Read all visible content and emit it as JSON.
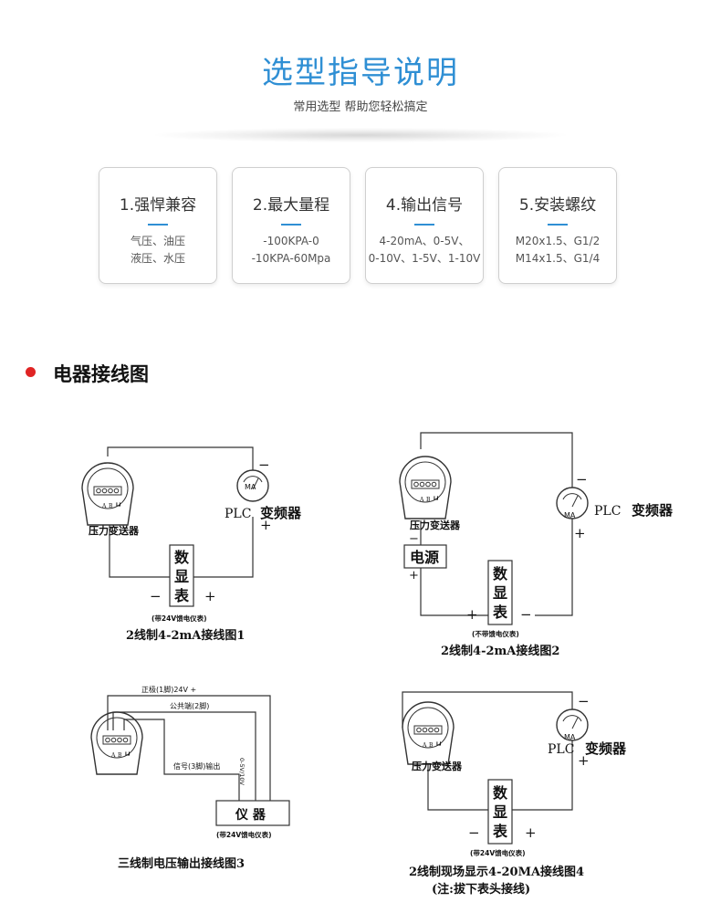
{
  "header": {
    "title": "选型指导说明",
    "subtitle": "常用选型 帮助您轻松搞定"
  },
  "cards": [
    {
      "title": "1.强悍兼容",
      "lines": [
        "气压、油压",
        "液压、水压"
      ]
    },
    {
      "title": "2.最大量程",
      "lines": [
        "-100KPA-0",
        "-10KPA-60Mpa"
      ]
    },
    {
      "title": "4.输出信号",
      "lines": [
        "4-20mA、0-5V、",
        "0-10V、1-5V、1-10V"
      ]
    },
    {
      "title": "5.安装螺纹",
      "lines": [
        "M20x1.5、G1/2",
        "M14x1.5、G1/4"
      ]
    }
  ],
  "section": {
    "title": "电器接线图"
  },
  "diagrams": {
    "d1": {
      "transmitter": "压力变送器",
      "meter_unit": "MA",
      "plc": "PLC",
      "vfd": "变频器",
      "display": [
        "数",
        "显",
        "表"
      ],
      "minus": "−",
      "plus": "+",
      "note": "(带24V馈电仪表)",
      "caption": "2线制4-2mA接线图1"
    },
    "d2": {
      "transmitter": "压力变送器",
      "meter_unit": "MA",
      "plc": "PLC",
      "vfd": "变频器",
      "power": "电源",
      "display": [
        "数",
        "显",
        "表"
      ],
      "minus": "−",
      "plus": "+",
      "note": "(不带馈电仪表)",
      "caption": "2线制4-2mA接线图2"
    },
    "d3": {
      "pin1": "正极(1脚)24V +",
      "pin2": "公共端(2脚)",
      "pin3": "信号(3脚)输出",
      "range": "0-5V/10V",
      "instrument": "仪 器",
      "minus": "−",
      "plus": "+",
      "note": "(带24V馈电仪表)",
      "caption": "三线制电压输出接线图3"
    },
    "d4": {
      "transmitter": "压力变送器",
      "meter_unit": "MA",
      "plc": "PLC",
      "vfd": "变频器",
      "display": [
        "数",
        "显",
        "表"
      ],
      "minus": "−",
      "plus": "+",
      "note": "(带24V馈电仪表)",
      "caption": "2线制现场显示4-20MA接线图4",
      "caption2": "(注:拔下表头接线)"
    }
  },
  "terminal_labels": [
    "A",
    "B",
    "┗┛"
  ]
}
